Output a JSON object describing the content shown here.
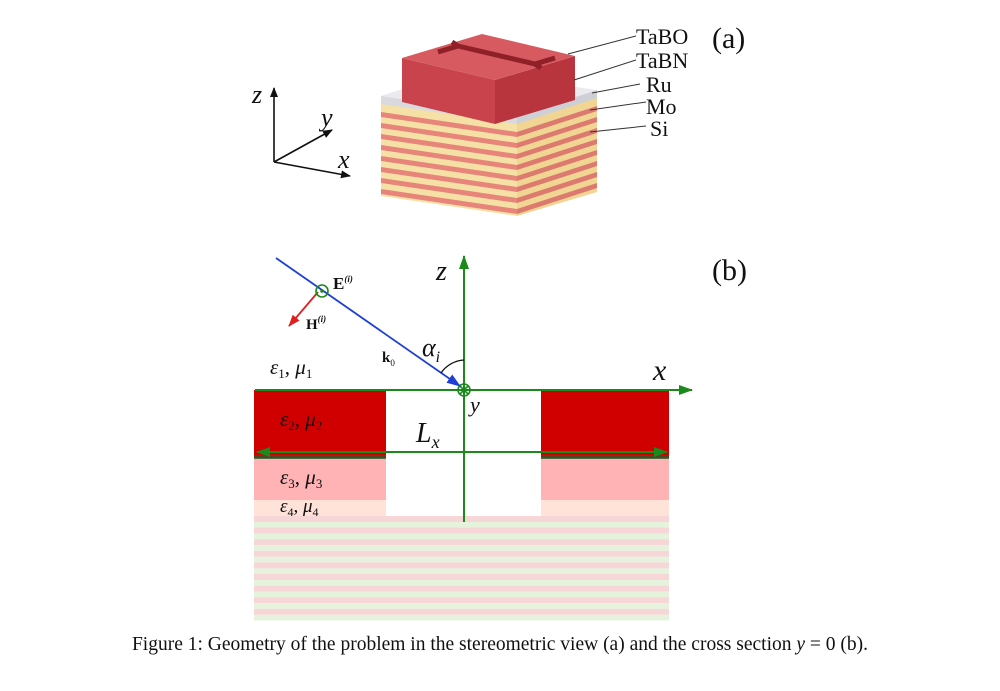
{
  "panel_a": {
    "panel_label": "(a)",
    "axes": {
      "z": "z",
      "y": "y",
      "x": "x"
    },
    "layer_labels": [
      "TaBO",
      "TaBN",
      "Ru",
      "Mo",
      "Si"
    ],
    "colors": {
      "tabo_top": "#d65a5f",
      "tabo_front": "#c8434b",
      "tabo_side": "#b8353e",
      "ru": "#d9d9de",
      "multilayer_mo": "#e8857a",
      "multilayer_si": "#f5e1a6"
    }
  },
  "panel_b": {
    "panel_label": "(b)",
    "axes": {
      "z": "z",
      "x": "x",
      "y": "y"
    },
    "vectors": {
      "e_field": "E",
      "e_superscript": "(i)",
      "h_field": "H",
      "h_superscript": "(i)",
      "k_vector": "k",
      "k_subscript": "0",
      "angle": "α",
      "angle_subscript": "i"
    },
    "period": {
      "main": "L",
      "sub": "x"
    },
    "media": [
      {
        "eps": "ε",
        "eps_sub": "1",
        "mu": "μ",
        "mu_sub": "1"
      },
      {
        "eps": "ε",
        "eps_sub": "2",
        "mu": "μ",
        "mu_sub": "2"
      },
      {
        "eps": "ε",
        "eps_sub": "3",
        "mu": "μ",
        "mu_sub": "3"
      },
      {
        "eps": "ε",
        "eps_sub": "4",
        "mu": "μ",
        "mu_sub": "4"
      }
    ],
    "colors": {
      "absorber": "#d00000",
      "layer3": "#ffb3b5",
      "layer4": "#ffe2d8",
      "stripe_red": "#f6d6d6",
      "stripe_green": "#e6f3dc",
      "axis": "#1a8a1a",
      "k_vector": "#1f3fd6",
      "h_vector": "#e02020"
    }
  },
  "caption": {
    "prefix": "Figure 1: Geometry of the problem in the stereometric view (a) and the cross section ",
    "var": "y",
    "suffix": " = 0 (b)."
  }
}
